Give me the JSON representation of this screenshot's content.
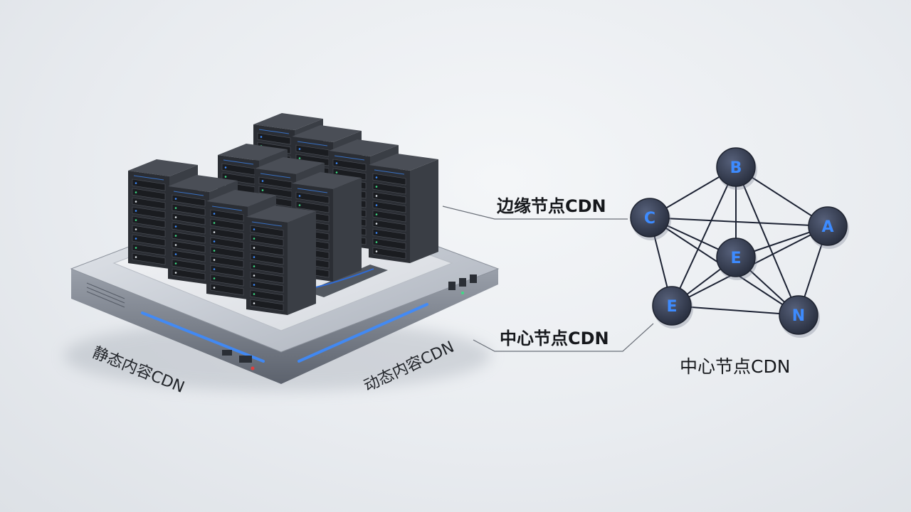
{
  "labels": {
    "static_cdn": "静态内容CDN",
    "dynamic_cdn": "动态内容CDN",
    "edge_cdn": "边缘节点CDN",
    "center_cdn_callout": "中心节点CDN",
    "center_cdn_caption": "中心节点CDN"
  },
  "network": {
    "nodes": [
      {
        "id": "top",
        "letter": "B"
      },
      {
        "id": "left",
        "letter": "C"
      },
      {
        "id": "center",
        "letter": "E"
      },
      {
        "id": "right",
        "letter": "A"
      },
      {
        "id": "bottom-left",
        "letter": "E"
      },
      {
        "id": "bottom-right",
        "letter": "N"
      }
    ],
    "edges": [
      [
        "top",
        "left"
      ],
      [
        "top",
        "center"
      ],
      [
        "top",
        "right"
      ],
      [
        "top",
        "bottom-left"
      ],
      [
        "top",
        "bottom-right"
      ],
      [
        "left",
        "center"
      ],
      [
        "left",
        "right"
      ],
      [
        "left",
        "bottom-left"
      ],
      [
        "left",
        "bottom-right"
      ],
      [
        "center",
        "right"
      ],
      [
        "center",
        "bottom-left"
      ],
      [
        "center",
        "bottom-right"
      ],
      [
        "right",
        "bottom-left"
      ],
      [
        "right",
        "bottom-right"
      ],
      [
        "bottom-left",
        "bottom-right"
      ]
    ]
  },
  "colors": {
    "node_fill": "#3a4256",
    "node_letter": "#3d8bff",
    "edge": "#1c2233",
    "accent_glow": "#3d8bff",
    "server_body": "#2b2e34"
  }
}
